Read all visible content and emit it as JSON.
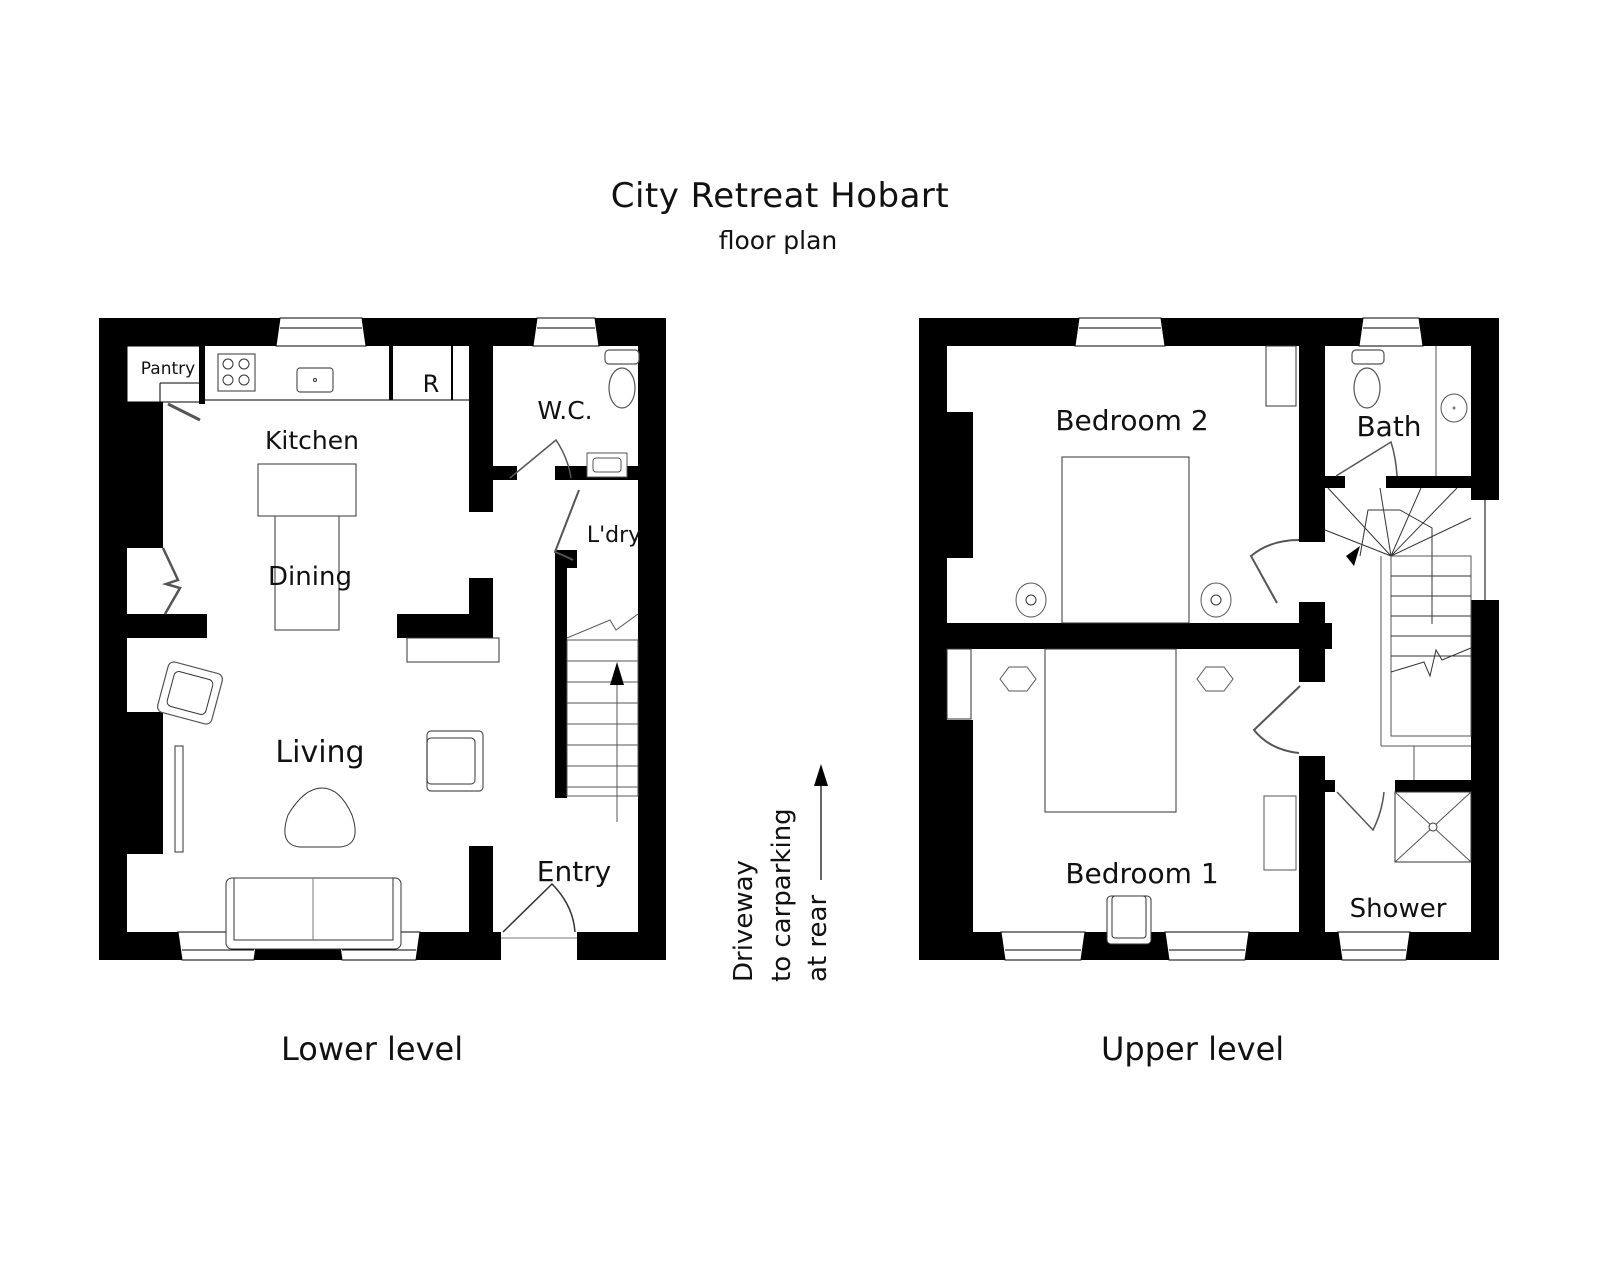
{
  "header": {
    "title": "City Retreat Hobart",
    "subtitle": "floor plan"
  },
  "colors": {
    "wall": "#000000",
    "background": "#ffffff",
    "fixture_line": "#555555"
  },
  "lower_level": {
    "label": "Lower level",
    "rooms": {
      "pantry": "Pantry",
      "kitchen": "Kitchen",
      "fridge": "R",
      "wc": "W.C.",
      "laundry": "L'dry",
      "dining": "Dining",
      "living": "Living",
      "entry": "Entry"
    }
  },
  "upper_level": {
    "label": "Upper level",
    "rooms": {
      "bedroom2": "Bedroom 2",
      "bath": "Bath",
      "bedroom1": "Bedroom 1",
      "shower": "Shower"
    }
  },
  "annotation": {
    "line1": "Driveway",
    "line2": "to carparking",
    "line3": "at rear"
  }
}
